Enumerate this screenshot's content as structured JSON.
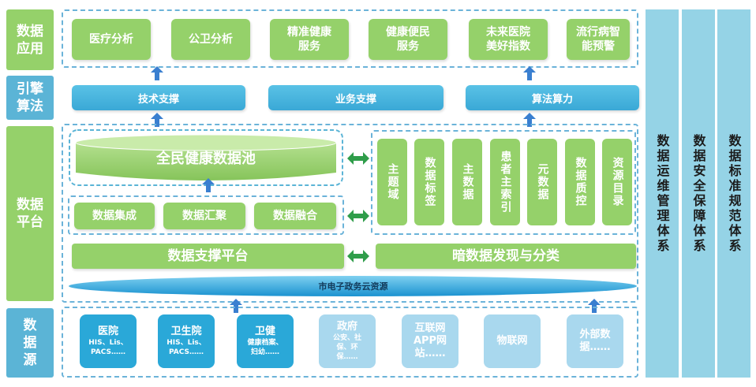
{
  "layers": {
    "app": "数据\n应用",
    "engine": "引擎\n算法",
    "platform": "数据\n平台",
    "source": "数\n据\n源"
  },
  "applications": [
    "医疗分析",
    "公卫分析",
    "精准健康\n服务",
    "健康便民\n服务",
    "未来医院\n美好指数",
    "流行病智\n能预警"
  ],
  "engine_items": [
    "技术支撑",
    "业务支撑",
    "算法算力"
  ],
  "platform": {
    "pool": "全民健康数据池",
    "integration": [
      "数据集成",
      "数据汇聚",
      "数据融合"
    ],
    "support": "数据支撑平台",
    "dark_data": "暗数据发现与分类",
    "cloud": "市电子政务云资源",
    "governance": [
      "主题域",
      "数据标签",
      "主数据",
      "患者主索引",
      "元数据",
      "数据质控",
      "资源目录"
    ]
  },
  "sources": [
    {
      "title": "医院",
      "detail": "HIS、Lis、\nPACS……",
      "style": "dark"
    },
    {
      "title": "卫生院",
      "detail": "HIS、Lis、\nPACS……",
      "style": "dark"
    },
    {
      "title": "卫健",
      "detail": "健康档案、\n妇幼……",
      "style": "dark"
    },
    {
      "title": "政府",
      "detail": "公安、社\n保、环\n保……",
      "style": "light"
    },
    {
      "title": "互联网\nAPP网\n站……",
      "detail": "",
      "style": "light"
    },
    {
      "title": "物联网",
      "detail": "",
      "style": "light"
    },
    {
      "title": "外部数\n据……",
      "detail": "",
      "style": "light"
    }
  ],
  "systems": [
    "数据运维管理体系",
    "数据安全保障体系",
    "数据标准规范体系"
  ],
  "colors": {
    "green": "#95d16a",
    "blue": "#3aa8d6",
    "light_blue": "#a9d8ee",
    "column": "#95d3e6",
    "arrow": "#3a7fd0"
  }
}
